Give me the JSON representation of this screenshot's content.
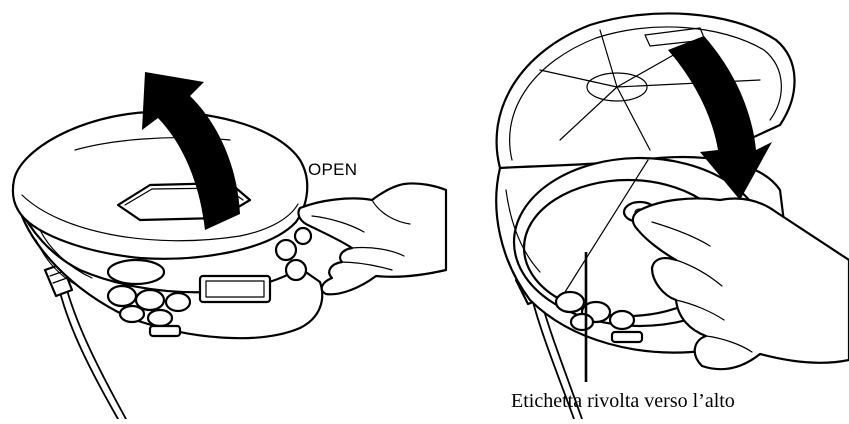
{
  "figure": {
    "left_panel": {
      "button_label": "OPEN"
    },
    "right_panel": {
      "callout_text": "Etichetta rivolta verso l’alto"
    }
  },
  "colors": {
    "line": "#000000",
    "background": "#ffffff"
  },
  "icons": [
    "arrow-up-curved",
    "arrow-down-curved",
    "hand",
    "disc",
    "cd-player"
  ]
}
